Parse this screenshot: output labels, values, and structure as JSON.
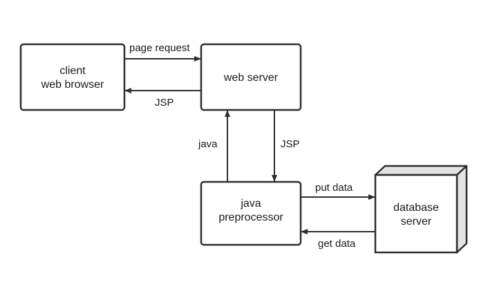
{
  "nodes": {
    "client": {
      "line1": "client",
      "line2": "web browser"
    },
    "web_server": {
      "label": "web server"
    },
    "preprocessor": {
      "line1": "java",
      "line2": "preprocessor"
    },
    "database": {
      "line1": "database",
      "line2": "server"
    }
  },
  "edges": {
    "page_request": "page request",
    "jsp_to_client": "JSP",
    "java_up": "java",
    "jsp_down": "JSP",
    "put_data": "put data",
    "get_data": "get data"
  },
  "colors": {
    "stroke": "#2d2d2d",
    "db_side": "#e3e3e3"
  }
}
